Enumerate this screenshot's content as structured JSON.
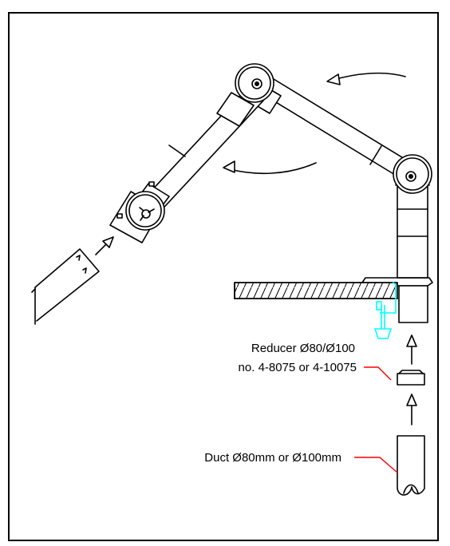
{
  "labels": {
    "reducer_line1": "Reducer Ø80/Ø100",
    "reducer_line2": "no. 4-8075 or 4-10075",
    "duct": "Duct Ø80mm or Ø100mm"
  },
  "colors": {
    "line": "#000000",
    "leader": "#ff0000",
    "clamp": "#00ffff"
  }
}
